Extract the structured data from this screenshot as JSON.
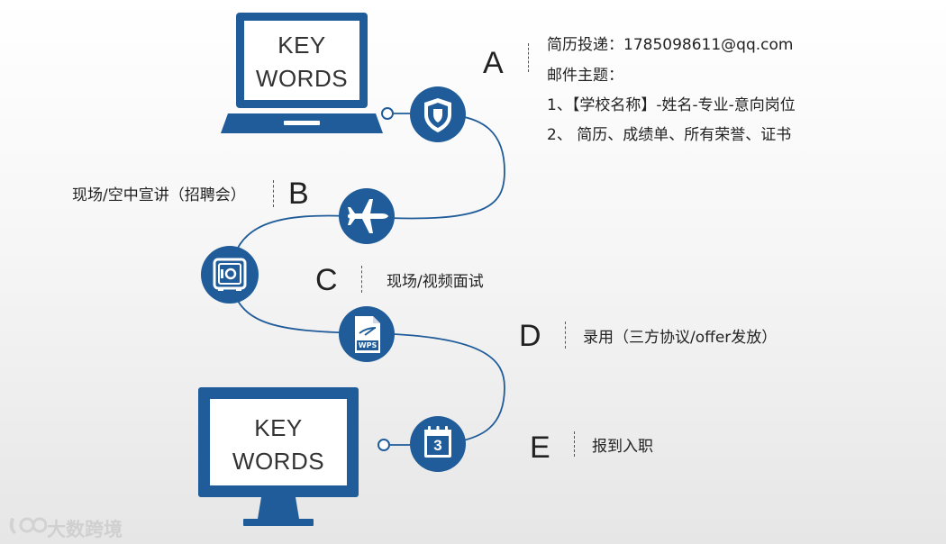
{
  "top_screen": {
    "line1": "KEY",
    "line2": "WORDS"
  },
  "bottom_screen": {
    "line1": "KEY",
    "line2": "WORDS"
  },
  "steps": [
    {
      "letter": "A",
      "icon": "shield-icon",
      "lines": [
        "简历投递：1785098611@qq.com",
        "邮件主题：",
        "1、【学校名称】-姓名-专业-意向岗位",
        "2、 简历、成绩单、所有荣誉、证书"
      ]
    },
    {
      "letter": "B",
      "icon": "airplane-icon",
      "lines": [
        "现场/空中宣讲（招聘会）"
      ]
    },
    {
      "letter": "C",
      "icon": "safe-icon",
      "lines": [
        "现场/视频面试"
      ]
    },
    {
      "letter": "D",
      "icon": "wps-document-icon",
      "lines": [
        "录用（三方协议/offer发放）"
      ]
    },
    {
      "letter": "E",
      "icon": "calendar-icon",
      "lines": [
        "报到入职"
      ]
    }
  ],
  "calendar_day": "3",
  "wps_label": "WPS",
  "watermark": "大数跨境",
  "colors": {
    "accent": "#1f5c99",
    "dark_accent": "#174a80"
  }
}
